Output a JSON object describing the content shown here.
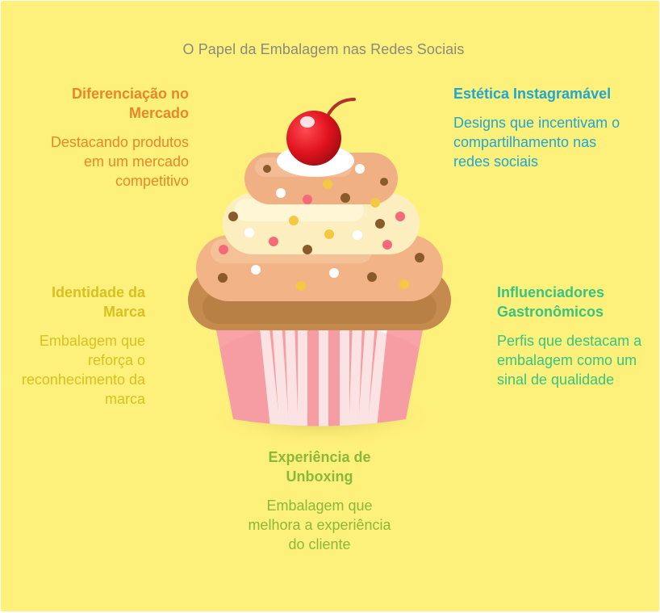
{
  "title": "O Papel da Embalagem nas Redes Sociais",
  "colors": {
    "background": "#fef17b",
    "diferenciacao": "#e8872a",
    "estetica": "#1fa6d1",
    "identidade": "#d9c021",
    "influenciadores": "#38c47f",
    "unboxing": "#8ab83a"
  },
  "icon": "cupcake-icon",
  "sections": {
    "diferenciacao": {
      "heading": "Diferenciação no Mercado",
      "description": "Destacando produtos em um mercado competitivo"
    },
    "estetica": {
      "heading": "Estética Instagramável",
      "description": "Designs que incentivam o compartilhamento nas redes sociais"
    },
    "identidade": {
      "heading": "Identidade da Marca",
      "description": "Embalagem que reforça o reconhecimento da marca"
    },
    "influenciadores": {
      "heading": "Influenciadores Gastronômicos",
      "description": "Perfis que destacam a embalagem como um sinal de qualidade"
    },
    "unboxing": {
      "heading": "Experiência de Unboxing",
      "description": "Embalagem que melhora a experiência do cliente"
    }
  }
}
